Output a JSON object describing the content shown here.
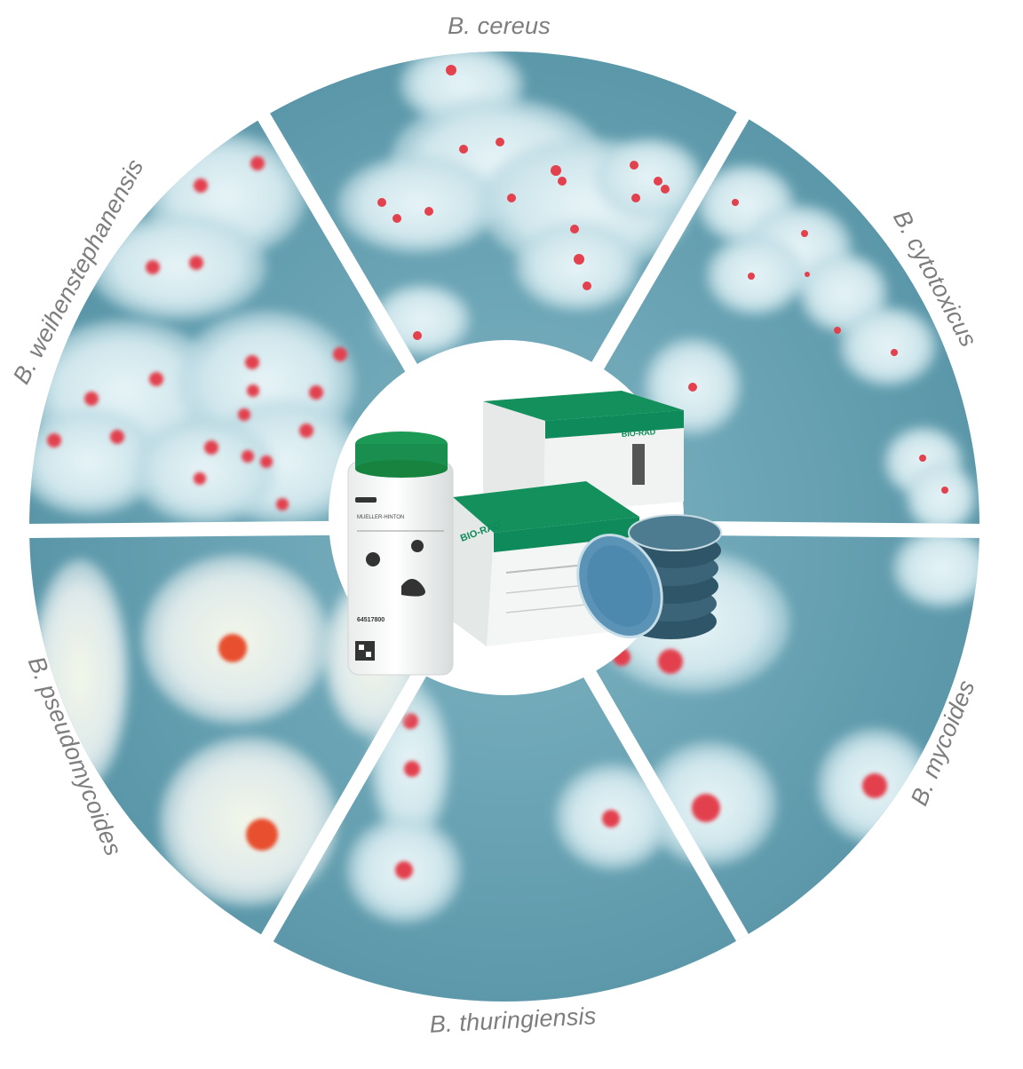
{
  "species": [
    {
      "id": "cereus",
      "label": "B. cereus"
    },
    {
      "id": "cytotoxicus",
      "label": "B. cytotoxicus"
    },
    {
      "id": "mycoides",
      "label": "B. mycoides"
    },
    {
      "id": "thuringiensis",
      "label": "B. thuringiensis"
    },
    {
      "id": "pseudomycoides",
      "label": "B. pseudomycoides"
    },
    {
      "id": "weihenstephanensis",
      "label": "B. weihenstephanensis"
    }
  ],
  "product": {
    "brand": "BIO-RAD",
    "bottle_text": "MUELLER-HINTON",
    "bottle_code": "64517800"
  },
  "colors": {
    "agar_blue": "#5f99ab",
    "halo": "#cfe6ec",
    "colony_red": "#e3414d",
    "box_green": "#0f8a5a",
    "label_gray": "#7d7d7d"
  }
}
